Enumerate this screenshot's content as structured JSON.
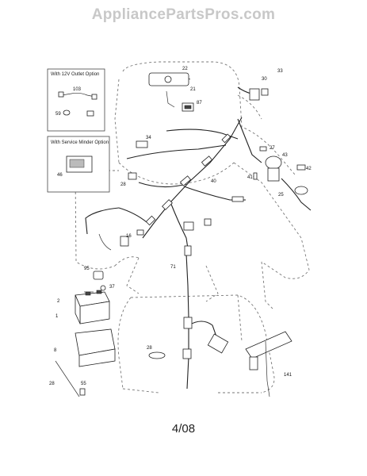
{
  "watermark": "AppliancePartsPros.com",
  "page_date": "4/08",
  "inset_boxes": [
    {
      "title": "With 12V Outlet Option",
      "callouts": [
        "103",
        "59"
      ]
    },
    {
      "title": "With Service Minder Option",
      "callouts": [
        "46"
      ]
    }
  ],
  "callouts": [
    "22",
    "21",
    "33",
    "30",
    "87",
    "34",
    "27",
    "43",
    "41",
    "42",
    "25",
    "40",
    "28",
    "16",
    "71",
    "95",
    "37",
    "2",
    "1",
    "8",
    "28",
    "55",
    "141",
    "28"
  ]
}
